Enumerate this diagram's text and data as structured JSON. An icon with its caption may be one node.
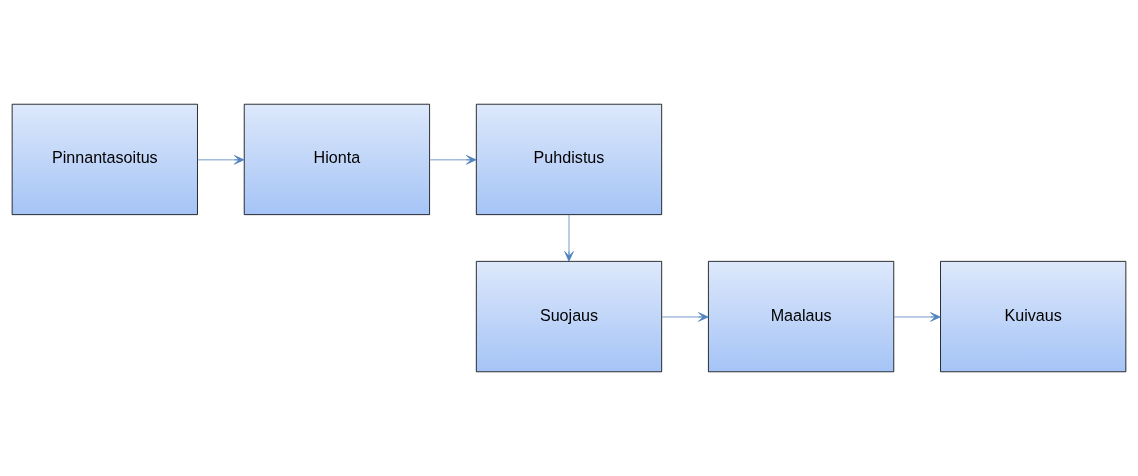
{
  "diagram": {
    "nodes": [
      {
        "text": [
          "Pinnantasoitus"
        ]
      },
      {
        "text": [
          "Hionta"
        ]
      },
      {
        "text": [
          "Puhdistus"
        ]
      },
      {
        "text": [
          "Suojaus"
        ]
      },
      {
        "text": [
          "Maalaus"
        ]
      },
      {
        "text": [
          "Kuivaus"
        ]
      }
    ],
    "edges": [
      {
        "from": 0,
        "to": 1,
        "arrow": "to"
      },
      {
        "from": 1,
        "to": 2,
        "arrow": "to"
      },
      {
        "from": 2,
        "to": 3,
        "arrow": "to"
      },
      {
        "from": 3,
        "to": 4,
        "arrow": "to"
      },
      {
        "from": 4,
        "to": 5,
        "arrow": "to"
      }
    ]
  }
}
